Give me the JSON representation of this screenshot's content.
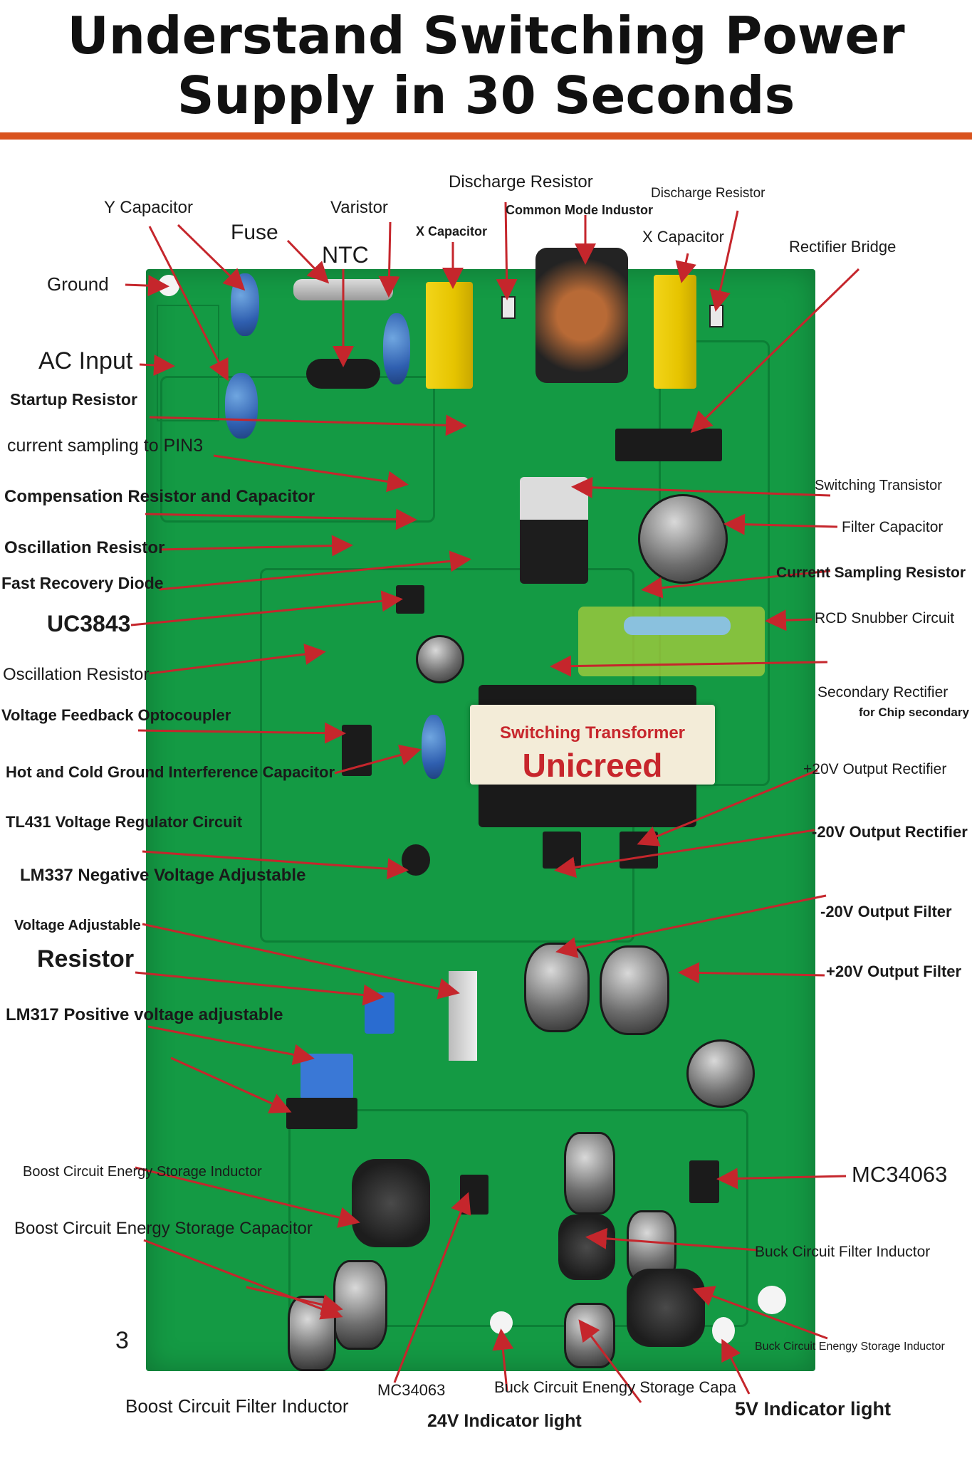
{
  "title": {
    "line1": "Understand Switching Power",
    "line2": "Supply in 30 Seconds"
  },
  "colors": {
    "rule": "#d9531e",
    "board": "#149a44",
    "arrow": "#c5262c",
    "transformer_text": "#c7262c"
  },
  "transformer": {
    "line1": "Switching Transformer",
    "line2": "Unicreed"
  },
  "page_number": "3",
  "labels": {
    "y_capacitor": "Y  Capacitor",
    "fuse": "Fuse",
    "varistor": "Varistor",
    "ntc": "NTC",
    "ground": "Ground",
    "ac_input": "AC Input",
    "startup_resistor": "Startup Resistor",
    "current_sampling_pin3": "current sampling to PIN3",
    "compensation": "Compensation Resistor and Capacitor",
    "oscillation_resistor_1": "Oscillation Resistor",
    "fast_recovery_diode": "Fast Recovery Diode",
    "uc3843": "UC3843",
    "oscillation_resistor_2": "Oscillation Resistor",
    "voltage_feedback_optocoupler": "Voltage Feedback Optocoupler",
    "hot_cold_ground": "Hot and Cold Ground Interference Capacitor",
    "tl431": "TL431 Voltage Regulator Circuit",
    "lm337": "LM337 Negative Voltage Adjustable",
    "voltage_adjustable": "Voltage Adjustable",
    "resistor": "Resistor",
    "lm317": "LM317 Positive voltage adjustable",
    "boost_inductor": "Boost Circuit Energy Storage Inductor",
    "boost_capacitor": "Boost Circuit Energy Storage Capacitor",
    "boost_filter_inductor": "Boost Circuit Filter Inductor",
    "mc34063_bottom": "MC34063",
    "indicator_24v": "24V Indicator light",
    "buck_storage_capacitor": "Buck Circuit Enengy Storage Capa",
    "indicator_5v": "5V Indicator light",
    "discharge_resistor_1": "Discharge  Resistor",
    "common_mode_inductor": "Common Mode Industor",
    "discharge_resistor_2": "Discharge Resistor",
    "x_capacitor_1": "X Capacitor",
    "x_capacitor_2": "X Capacitor",
    "rectifier_bridge": "Rectifier Bridge",
    "switching_transistor": "Switching Transistor",
    "filter_capacitor": "Filter Capacitor",
    "current_sampling_resistor": "Current Sampling Resistor",
    "rcd_snubber": "RCD Snubber Circuit",
    "secondary_rectifier": "Secondary Rectifier",
    "for_chip_secondary": "for Chip secondary",
    "plus20_rectifier": "+20V Output Rectifier",
    "minus20_rectifier": "-20V Output Rectifier",
    "minus20_filter": "-20V Output Filter",
    "plus20_filter": "+20V Output Filter",
    "mc34063_right": "MC34063",
    "buck_filter_inductor": "Buck Circuit Filter Inductor",
    "buck_storage_inductor": "Buck Circuit Enengy Storage Inductor"
  }
}
